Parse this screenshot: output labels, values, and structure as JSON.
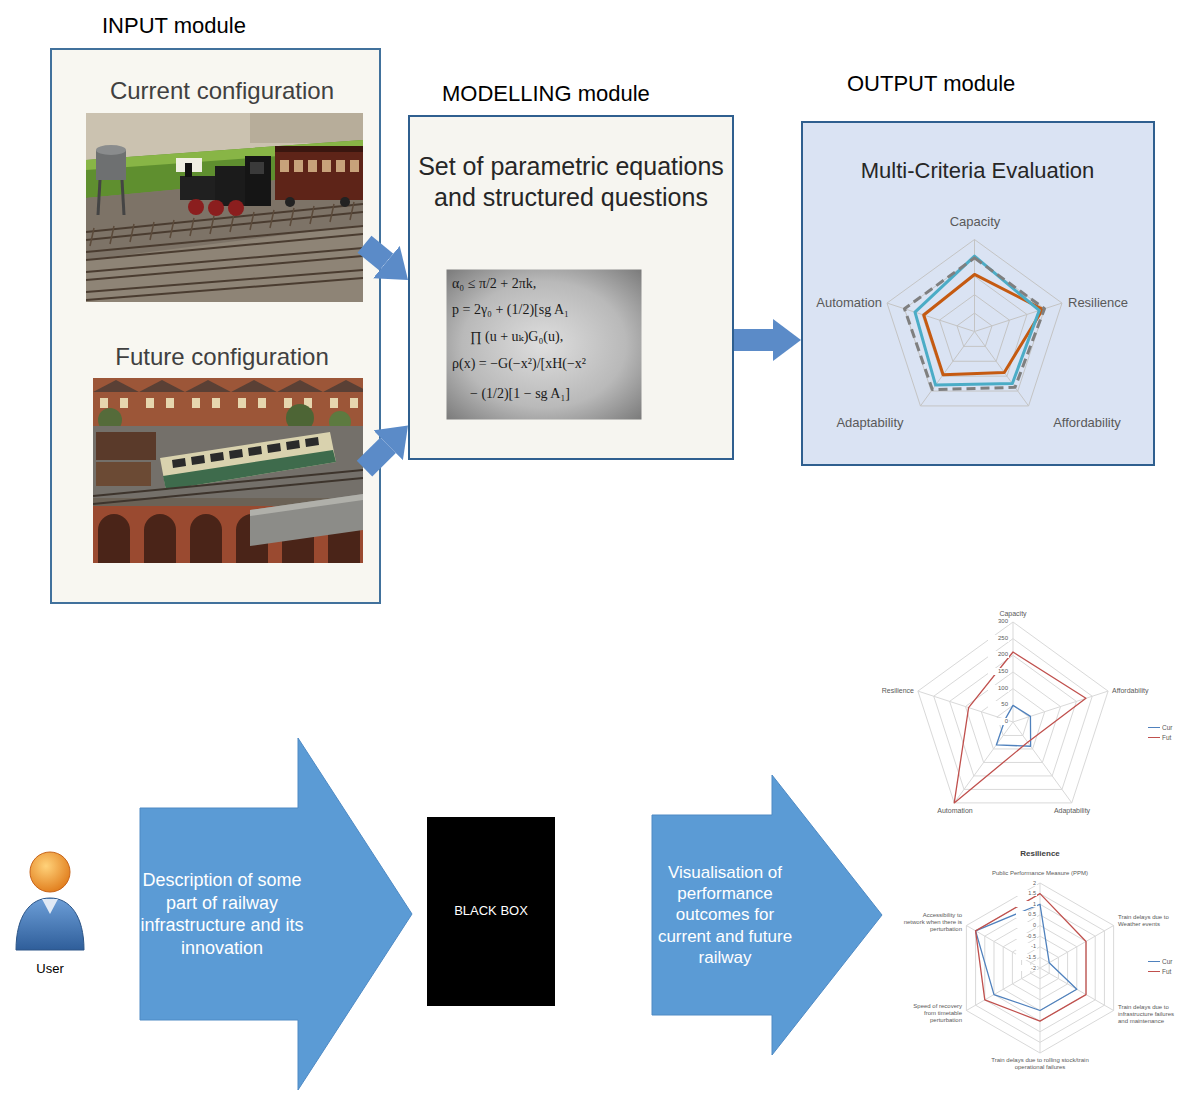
{
  "diagram": {
    "nodes": [
      {
        "text": [
          "INPUT module"
        ]
      },
      {
        "text": [
          "Current configuration"
        ],
        "in": 0
      },
      {
        "text": [
          "Future configuration"
        ],
        "in": 0
      },
      {
        "text": [
          "MODELLING module",
          "Set of parametric equations and structured questions"
        ]
      },
      {
        "text": [
          "OUTPUT module",
          "Multi-Criteria Evaluation"
        ]
      },
      {
        "text": [
          "User"
        ]
      },
      {
        "text": [
          "Description of some part of railway infrastructure and its innovation"
        ]
      },
      {
        "text": [
          "BLACK BOX"
        ]
      },
      {
        "text": [
          "Visualisation of performance outcomes for current and future railway"
        ]
      }
    ],
    "edges": [
      {
        "from": 1,
        "to": 3,
        "arrow": "to"
      },
      {
        "from": 2,
        "to": 3,
        "arrow": "to"
      },
      {
        "from": 3,
        "to": 4,
        "arrow": "to"
      }
    ],
    "labels": [
      "Capacity",
      "Resilience",
      "Affordability",
      "Adaptability",
      "Automation",
      "α₀ ≤ π/2 + 2πk,",
      "p = 2γ₀ + (1/2)[sg A₁",
      "∏ (u + uₖ)G₀(u),",
      "ρ(x) = −G(−x²)/[xH(−x²",
      "− (1/2)[1 − sg A₁]",
      "Capacity",
      "Affordability",
      "Adaptability",
      "Automation",
      "Resilience",
      "300",
      "250",
      "200",
      "150",
      "100",
      "50",
      "0",
      "Resilience",
      "Public Performance Measure (PPM)",
      "Train delays due to Weather events",
      "Train delays due to infrastructure failures and maintenance",
      "Train delays due to rolling stock/train operational failures",
      "Speed of recovery from timetable perturbation",
      "Accessibility to network when there is perturbation",
      "2",
      "1.5",
      "1",
      "0.5",
      "0",
      "-0.5",
      "-1",
      "-1.5",
      "-2"
    ],
    "legend": [
      {
        "text": "Cur"
      },
      {
        "text": "Fut"
      },
      {
        "text": "Cur"
      },
      {
        "text": "Fut"
      }
    ]
  }
}
